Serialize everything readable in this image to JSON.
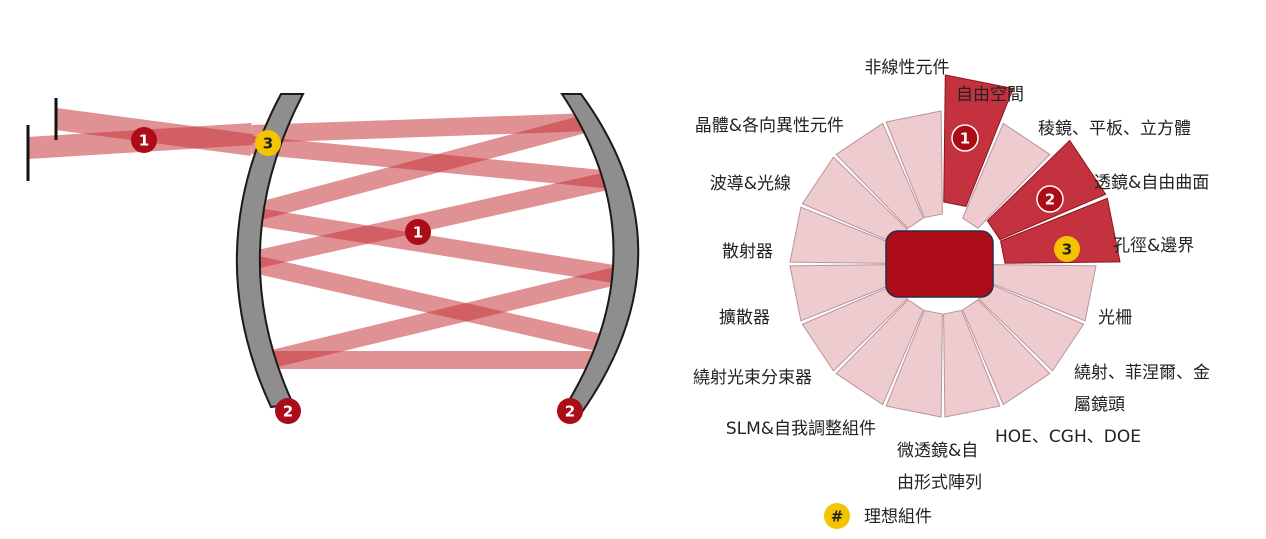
{
  "colors": {
    "beam": "#c6363d",
    "mirror_fill": "#8e8e8e",
    "mirror_stroke": "#1a1a1a",
    "hub": "#ab0c17",
    "segment_highlight": "#c3323e",
    "segment_light": "#eecbcf",
    "badge_red": "#ab0c17",
    "badge_yellow": "#f5c400"
  },
  "cavity_badges": {
    "beam_one_a": "1",
    "beam_one_b": "1",
    "ideal_point": "3",
    "mirror_left": "2",
    "mirror_right": "2"
  },
  "wheel_badges": {
    "free_space": "1",
    "lenses": "2",
    "apertures": "3"
  },
  "wheel_labels": {
    "nonlinear": "非線性元件",
    "free_space": "自由空間",
    "prisms": "稜鏡、平板、立方體",
    "lenses": "透鏡&自由曲面",
    "apertures": "孔徑&邊界",
    "gratings": "光柵",
    "diffraction_1": "繞射、菲涅爾、金",
    "diffraction_2": "屬鏡頭",
    "hoe": "HOE、CGH、DOE",
    "microlens_1": "微透鏡&自",
    "microlens_2": "由形式陣列",
    "slm": "SLM&自我調整組件",
    "beamsplitter": "繞射光束分束器",
    "diffuser": "擴散器",
    "scatterer": "散射器",
    "waveguide": "波導&光線",
    "crystal": "晶體&各向異性元件"
  },
  "legend": {
    "symbol": "#",
    "label": "理想組件"
  }
}
